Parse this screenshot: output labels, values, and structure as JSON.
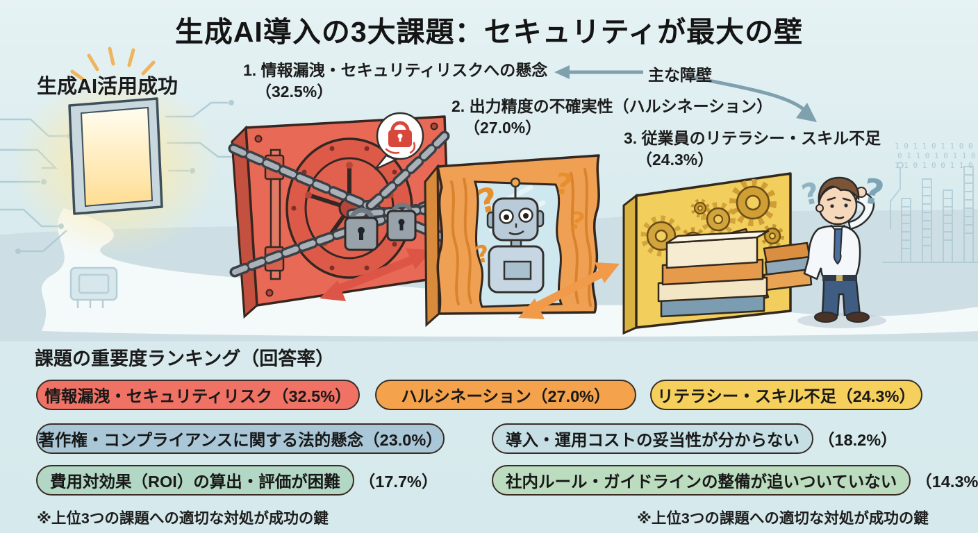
{
  "title": "生成AI導入の3大課題：セキュリティが最大の壁",
  "scene": {
    "goal_label": "生成AI活用成功",
    "barriers_pointer_label": "主な障壁",
    "barriers": [
      {
        "title": "1. 情報漏洩・セキュリティリスクへの懸念",
        "pct": "（32.5%）"
      },
      {
        "title": "2. 出力精度の不確実性（ハルシネーション）",
        "pct": "（27.0%）"
      },
      {
        "title": "3. 従業員のリテラシー・スキル不足",
        "pct": "（24.3%）"
      }
    ]
  },
  "ranking": {
    "heading": "課題の重要度ランキング（回答率）",
    "items": [
      {
        "label": "情報漏洩・セキュリティリスク",
        "pct": "（32.5%）",
        "color": "#ef7265"
      },
      {
        "label": "ハルシネーション",
        "pct": "（27.0%）",
        "color": "#f4a24c"
      },
      {
        "label": "リテラシー・スキル不足",
        "pct": "（24.3%）",
        "color": "#f6d05c"
      },
      {
        "label": "著作権・コンプライアンスに関する法的懸念",
        "pct": "（23.0%）",
        "color": "#a9c7d7"
      },
      {
        "label": "導入・運用コストの妥当性が分からない",
        "pct": "（18.2%）",
        "color": "#c5dfe4"
      },
      {
        "label": "費用対効果（ROI）の算出・評価が困難",
        "pct": "（17.7%）",
        "color": "#b2d8c5"
      },
      {
        "label": "社内ルール・ガイドラインの整備が追いついていない",
        "pct": "（14.3%）",
        "color": "#bcdcc0"
      }
    ],
    "footnote_left": "※上位3つの課題への適切な対処が成功の鍵",
    "footnote_right": "※上位3つの課題への適切な対処が成功の鍵"
  }
}
